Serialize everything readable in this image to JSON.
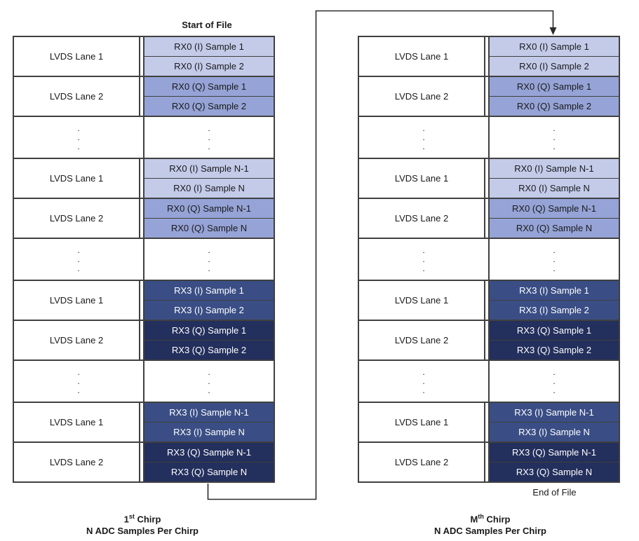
{
  "page": {
    "background": "#ffffff"
  },
  "colors": {
    "border": "#404040",
    "text_dark": "#1a1a1a",
    "text_light": "#ffffff",
    "connector": "#2b2b2b",
    "styles": {
      "rx0_i": {
        "bg": "#c3cbe9",
        "fg": "#1a1a1a"
      },
      "rx0_q": {
        "bg": "#95a3d6",
        "fg": "#1a1a1a"
      },
      "rx3_i": {
        "bg": "#3a4e85",
        "fg": "#ffffff"
      },
      "rx3_q": {
        "bg": "#232f5c",
        "fg": "#ffffff"
      }
    }
  },
  "labels": {
    "start_of_file": "Start of File",
    "end_of_file": "End of File"
  },
  "captions": {
    "left": {
      "base": "1",
      "sup": "st",
      "rest": " Chirp",
      "line2": "N ADC Samples Per Chirp"
    },
    "right": {
      "base": "M",
      "sup": "th",
      "rest": " Chirp",
      "line2": "N ADC Samples Per Chirp"
    }
  },
  "tables": {
    "left": {
      "name": "first-chirp-table",
      "rows": [
        {
          "type": "pair",
          "lane": "LVDS Lane 1",
          "cells": [
            {
              "text": "RX0 (I) Sample 1",
              "style": "rx0_i"
            },
            {
              "text": "RX0 (I) Sample 2",
              "style": "rx0_i"
            }
          ]
        },
        {
          "type": "pair",
          "lane": "LVDS Lane 2",
          "cells": [
            {
              "text": "RX0 (Q) Sample 1",
              "style": "rx0_q"
            },
            {
              "text": "RX0 (Q) Sample 2",
              "style": "rx0_q"
            }
          ]
        },
        {
          "type": "dots"
        },
        {
          "type": "pair",
          "lane": "LVDS Lane 1",
          "cells": [
            {
              "text": "RX0 (I) Sample N-1",
              "style": "rx0_i"
            },
            {
              "text": "RX0 (I) Sample N",
              "style": "rx0_i"
            }
          ]
        },
        {
          "type": "pair",
          "lane": "LVDS Lane 2",
          "cells": [
            {
              "text": "RX0 (Q) Sample N-1",
              "style": "rx0_q"
            },
            {
              "text": "RX0 (Q) Sample N",
              "style": "rx0_q"
            }
          ]
        },
        {
          "type": "dots"
        },
        {
          "type": "pair",
          "lane": "LVDS Lane 1",
          "cells": [
            {
              "text": "RX3 (I) Sample 1",
              "style": "rx3_i"
            },
            {
              "text": "RX3 (I) Sample 2",
              "style": "rx3_i"
            }
          ]
        },
        {
          "type": "pair",
          "lane": "LVDS Lane 2",
          "cells": [
            {
              "text": "RX3 (Q) Sample 1",
              "style": "rx3_q"
            },
            {
              "text": "RX3 (Q) Sample 2",
              "style": "rx3_q"
            }
          ]
        },
        {
          "type": "dots"
        },
        {
          "type": "pair",
          "lane": "LVDS Lane 1",
          "cells": [
            {
              "text": "RX3 (I) Sample N-1",
              "style": "rx3_i"
            },
            {
              "text": "RX3 (I) Sample N",
              "style": "rx3_i"
            }
          ]
        },
        {
          "type": "pair",
          "lane": "LVDS Lane 2",
          "cells": [
            {
              "text": "RX3 (Q) Sample N-1",
              "style": "rx3_q"
            },
            {
              "text": "RX3 (Q) Sample N",
              "style": "rx3_q"
            }
          ]
        }
      ]
    },
    "right": {
      "name": "mth-chirp-table",
      "rows": [
        {
          "type": "pair",
          "lane": "LVDS Lane 1",
          "cells": [
            {
              "text": "RX0 (I) Sample 1",
              "style": "rx0_i"
            },
            {
              "text": "RX0 (I) Sample 2",
              "style": "rx0_i"
            }
          ]
        },
        {
          "type": "pair",
          "lane": "LVDS Lane 2",
          "cells": [
            {
              "text": "RX0 (Q) Sample 1",
              "style": "rx0_q"
            },
            {
              "text": "RX0 (Q) Sample 2",
              "style": "rx0_q"
            }
          ]
        },
        {
          "type": "dots"
        },
        {
          "type": "pair",
          "lane": "LVDS Lane 1",
          "cells": [
            {
              "text": "RX0 (I) Sample N-1",
              "style": "rx0_i"
            },
            {
              "text": "RX0 (I) Sample N",
              "style": "rx0_i"
            }
          ]
        },
        {
          "type": "pair",
          "lane": "LVDS Lane 2",
          "cells": [
            {
              "text": "RX0 (Q) Sample N-1",
              "style": "rx0_q"
            },
            {
              "text": "RX0 (Q) Sample N",
              "style": "rx0_q"
            }
          ]
        },
        {
          "type": "dots"
        },
        {
          "type": "pair",
          "lane": "LVDS Lane 1",
          "cells": [
            {
              "text": "RX3 (I) Sample 1",
              "style": "rx3_i"
            },
            {
              "text": "RX3 (I) Sample 2",
              "style": "rx3_i"
            }
          ]
        },
        {
          "type": "pair",
          "lane": "LVDS Lane 2",
          "cells": [
            {
              "text": "RX3 (Q) Sample 1",
              "style": "rx3_q"
            },
            {
              "text": "RX3 (Q) Sample 2",
              "style": "rx3_q"
            }
          ]
        },
        {
          "type": "dots"
        },
        {
          "type": "pair",
          "lane": "LVDS Lane 1",
          "cells": [
            {
              "text": "RX3 (I) Sample N-1",
              "style": "rx3_i"
            },
            {
              "text": "RX3 (I) Sample N",
              "style": "rx3_i"
            }
          ]
        },
        {
          "type": "pair",
          "lane": "LVDS Lane 2",
          "cells": [
            {
              "text": "RX3 (Q) Sample N-1",
              "style": "rx3_q"
            },
            {
              "text": "RX3 (Q) Sample N",
              "style": "rx3_q"
            }
          ]
        }
      ]
    }
  }
}
